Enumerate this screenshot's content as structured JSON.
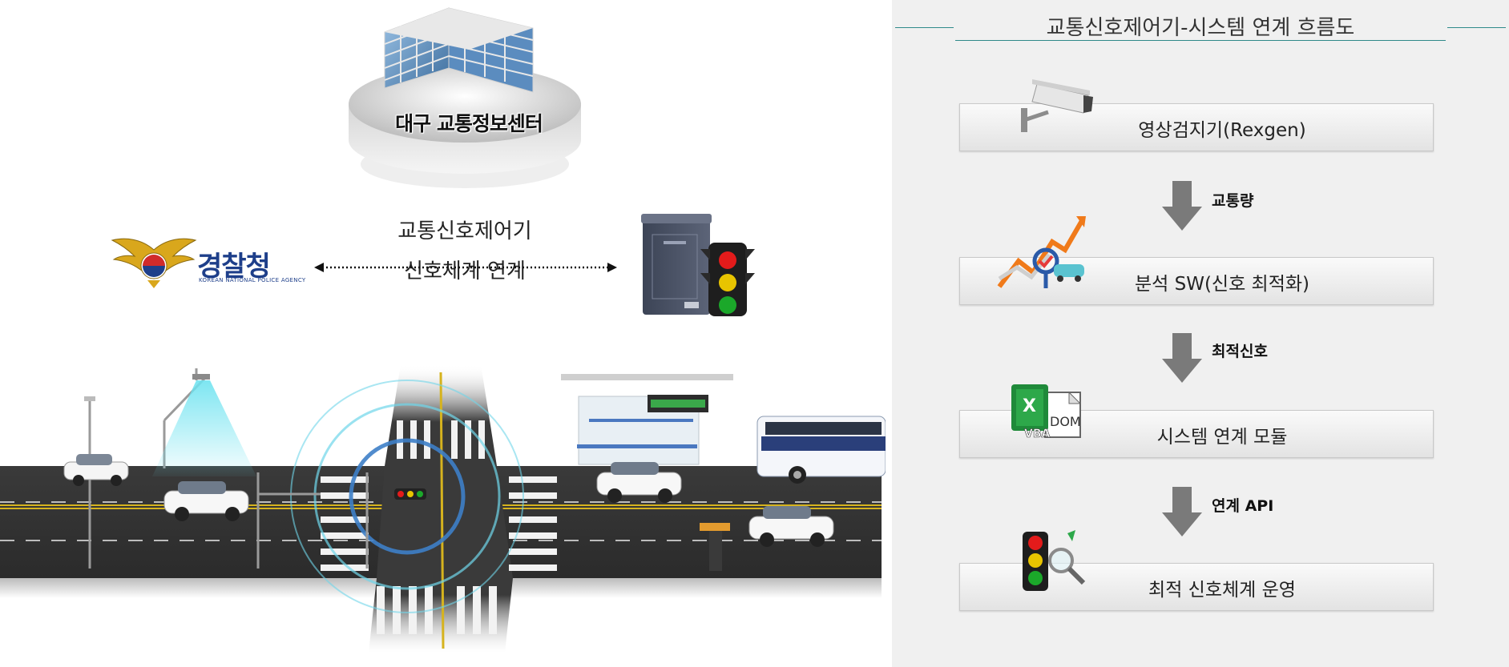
{
  "left": {
    "hq_label": "대구 교통정보센터",
    "police": {
      "name": "경찰청",
      "subtitle": "KOREAN NATIONAL POLICE AGENCY"
    },
    "link_line1": "교통신호제어기",
    "link_line2": "신호체계 연계"
  },
  "panel": {
    "title": "교통신호제어기-시스템 연계 흐름도",
    "steps": [
      {
        "label": "영상검지기(Rexgen)",
        "icon": "cctv-camera-icon"
      },
      {
        "label": "분석 SW(신호 최적화)",
        "icon": "analysis-chart-icon"
      },
      {
        "label": "시스템 연계 모듈",
        "icon": "excel-vba-dom-icon"
      },
      {
        "label": "최적 신호체계 운영",
        "icon": "traffic-light-search-icon"
      }
    ],
    "arrows": [
      {
        "label": "교통량"
      },
      {
        "label": "최적신호"
      },
      {
        "label": "연계 API"
      }
    ],
    "vba_text": "VBA",
    "dom_text": "DOM"
  },
  "colors": {
    "accent_line": "#2f8a8a",
    "arrow": "#7a7a7a",
    "panel_bg": "#f0f0f0"
  }
}
